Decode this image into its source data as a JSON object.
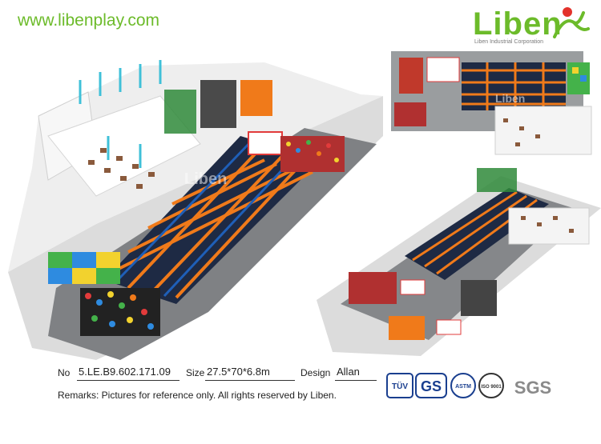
{
  "header": {
    "website": "www.libenplay.com",
    "logo_word": "Liben",
    "logo_sub": "Liben Industrial Corporation"
  },
  "info": {
    "no_label": "No",
    "no_value": "5.LE.B9.602.171.09",
    "size_label": "Size",
    "size_value": "27.5*70*6.8m",
    "design_label": "Design",
    "design_value": "Allan",
    "remarks": "Remarks: Pictures for reference only. All rights reserved by Liben."
  },
  "certifications": {
    "tuv": "TÜV",
    "gs": "GS",
    "astm": "ASTM",
    "iso": "ISO 9001",
    "sgs": "SGS"
  },
  "watermark": "Liben",
  "colors": {
    "brand_green": "#6cbb2a",
    "trampoline_blue": "#1f5fb8",
    "pad_orange": "#f07a1a",
    "floor_gray": "#8c8f92"
  }
}
